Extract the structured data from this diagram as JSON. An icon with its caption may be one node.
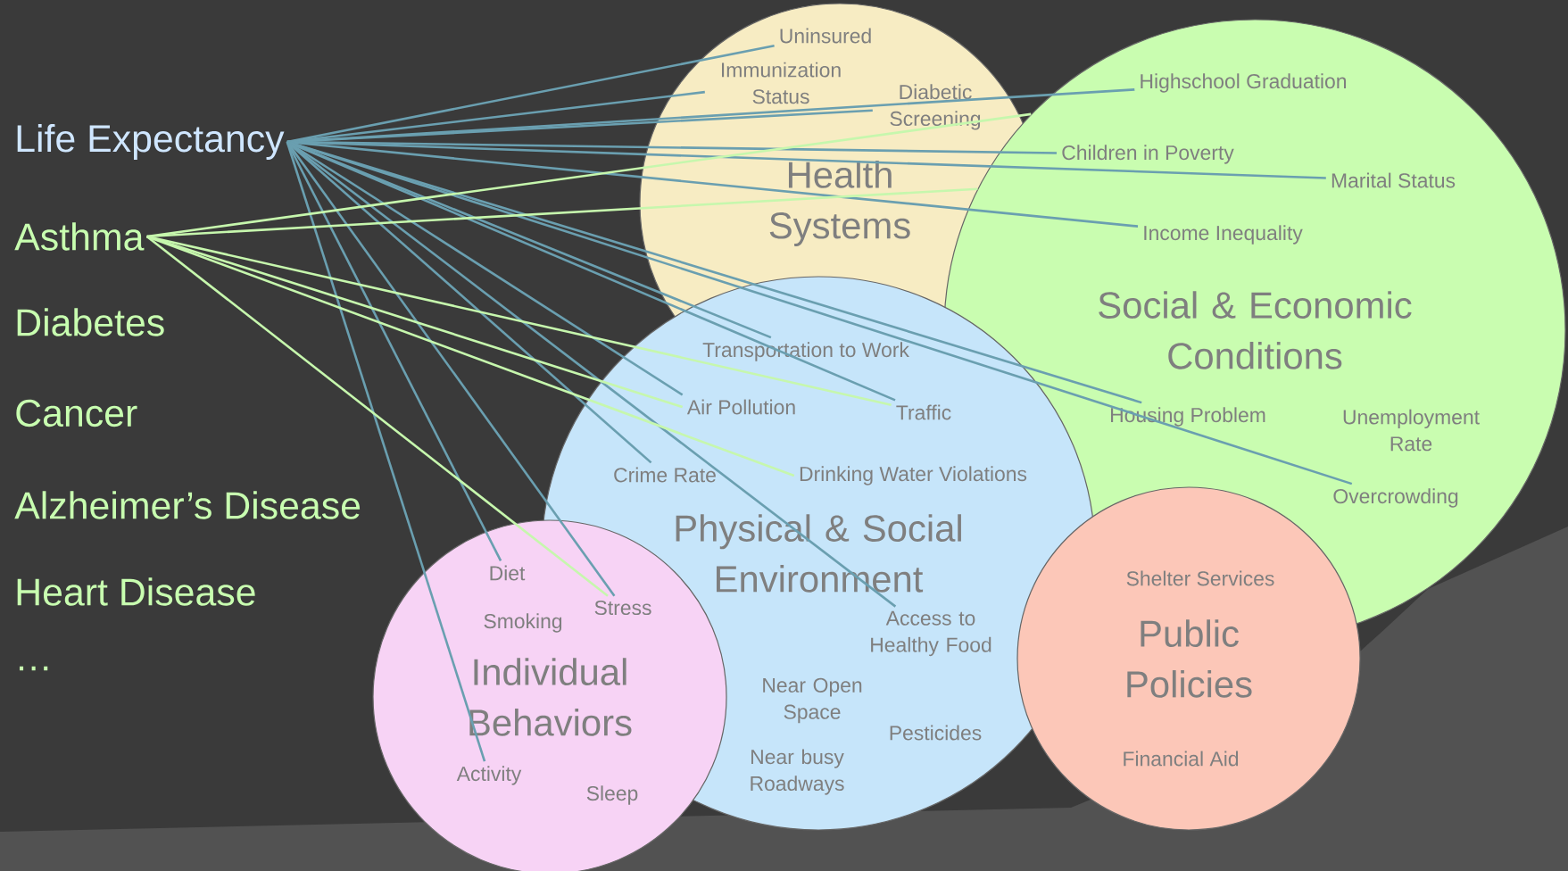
{
  "diagram": {
    "nodes": [
      {
        "text": [
          "Life Expectancy"
        ]
      },
      {
        "text": [
          "Asthma"
        ]
      },
      {
        "text": [
          "Health Systems"
        ]
      },
      {
        "text": [
          "Uninsured"
        ],
        "in": 2
      },
      {
        "text": [
          "Immunization Status"
        ],
        "in": 2
      },
      {
        "text": [
          "Diabetic Screening"
        ],
        "in": 2
      },
      {
        "text": [
          "Social & Economic Conditions"
        ]
      },
      {
        "text": [
          "Highschool Graduation"
        ],
        "in": 6
      },
      {
        "text": [
          "Children in Poverty"
        ],
        "in": 6
      },
      {
        "text": [
          "Marital Status"
        ],
        "in": 6
      },
      {
        "text": [
          "Income Inequality"
        ],
        "in": 6
      },
      {
        "text": [
          "Housing Problem"
        ],
        "in": 6
      },
      {
        "text": [
          "Unemployment Rate"
        ],
        "in": 6
      },
      {
        "text": [
          "Overcrowding"
        ],
        "in": 6
      },
      {
        "text": [
          "Physical & Social Environment"
        ]
      },
      {
        "text": [
          "Transportation to Work"
        ]
      },
      {
        "text": [
          "Air Pollution"
        ],
        "in": 14
      },
      {
        "text": [
          "Traffic"
        ],
        "in": 14
      },
      {
        "text": [
          "Crime Rate"
        ],
        "in": 14
      },
      {
        "text": [
          "Drinking Water Violations"
        ],
        "in": 14
      },
      {
        "text": [
          "Access to Healthy Food"
        ],
        "in": 14
      },
      {
        "text": [
          "Near Open Space"
        ],
        "in": 14
      },
      {
        "text": [
          "Pesticides"
        ],
        "in": 14
      },
      {
        "text": [
          "Near busy Roadways"
        ],
        "in": 14
      },
      {
        "text": [
          "Individual Behaviors"
        ]
      },
      {
        "text": [
          "Diet"
        ],
        "in": 24
      },
      {
        "text": [
          "Smoking"
        ],
        "in": 24
      },
      {
        "text": [
          "Stress"
        ]
      },
      {
        "text": [
          "Activity"
        ],
        "in": 24
      },
      {
        "text": [
          "Sleep"
        ],
        "in": 24
      },
      {
        "text": [
          "Public Policies"
        ]
      },
      {
        "text": [
          "Shelter Services"
        ]
      },
      {
        "text": [
          "Financial Aid"
        ],
        "in": 30
      }
    ],
    "edges": [
      {
        "from": 0,
        "to": 3,
        "arrow": "none"
      },
      {
        "from": 0,
        "to": 4,
        "arrow": "none"
      },
      {
        "from": 0,
        "to": 5,
        "arrow": "none"
      },
      {
        "from": 0,
        "to": 7,
        "arrow": "none"
      },
      {
        "from": 0,
        "to": 8,
        "arrow": "none"
      },
      {
        "from": 0,
        "to": 9,
        "arrow": "none"
      },
      {
        "from": 0,
        "to": 10,
        "arrow": "none"
      },
      {
        "from": 0,
        "to": 11,
        "arrow": "none"
      },
      {
        "from": 0,
        "to": 13,
        "arrow": "none"
      },
      {
        "from": 0,
        "to": 15,
        "arrow": "none"
      },
      {
        "from": 0,
        "to": 16,
        "arrow": "none"
      },
      {
        "from": 0,
        "to": 17,
        "arrow": "none"
      },
      {
        "from": 0,
        "to": 18,
        "arrow": "none"
      },
      {
        "from": 0,
        "to": 20,
        "arrow": "none"
      },
      {
        "from": 0,
        "to": 25,
        "arrow": "none"
      },
      {
        "from": 0,
        "to": 27,
        "arrow": "none"
      },
      {
        "from": 0,
        "to": 28,
        "arrow": "none"
      },
      {
        "from": 1,
        "to": 6,
        "arrow": "none",
        "color": "#c6f7ad"
      },
      {
        "from": 1,
        "to": 6,
        "arrow": "none",
        "color": "#c6f7ad"
      },
      {
        "from": 1,
        "to": 16,
        "arrow": "none",
        "color": "#c6f7ad"
      },
      {
        "from": 1,
        "to": 17,
        "arrow": "none",
        "color": "#c6f7ad"
      },
      {
        "from": 1,
        "to": 19,
        "arrow": "none",
        "color": "#c6f7ad"
      },
      {
        "from": 1,
        "to": 27,
        "arrow": "none",
        "color": "#c6f7ad"
      }
    ],
    "labels": [
      "Diabetes",
      "Cancer",
      "Alzheimer’s Disease",
      "Heart Disease",
      "…"
    ]
  }
}
